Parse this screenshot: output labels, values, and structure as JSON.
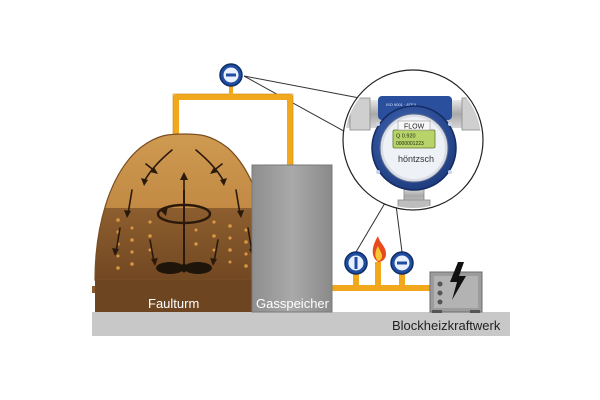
{
  "labels": {
    "digester": "Faulturm",
    "gas_storage": "Gasspeicher",
    "chp": "Blockheizkraftwerk"
  },
  "meter": {
    "display_title": "FLOW",
    "display_line1": "Q  0.920",
    "display_line2": "0000001223",
    "brand": "höntzsch"
  },
  "colors": {
    "pipe": "#f2a81c",
    "digester_gas": "#c98a3e",
    "digester_sludge": "#8a5a2c",
    "ground": "#c8c8c8",
    "gas_tank": "#9a9a9a",
    "meter_ring": "#2a4f9c",
    "display": "#b7d36a"
  },
  "icons": {
    "flame": "flame-icon",
    "lightning": "lightning-icon",
    "gauge": "gauge-icon",
    "mixer": "mixer-propeller-icon",
    "flow_meter": "flow-meter-icon"
  }
}
